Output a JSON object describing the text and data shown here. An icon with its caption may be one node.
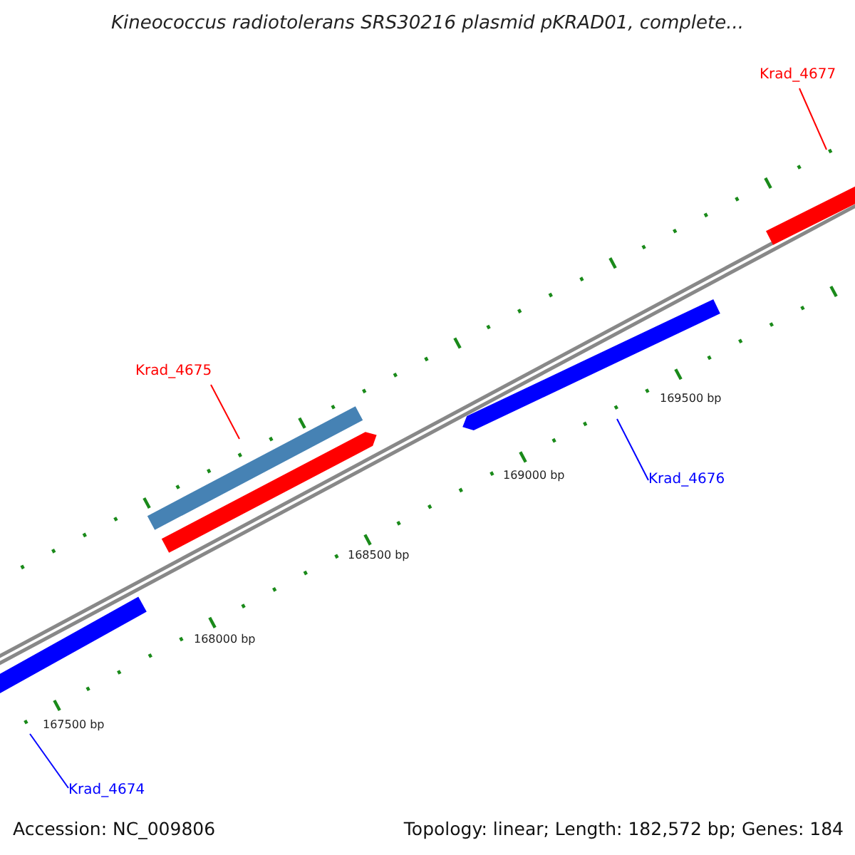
{
  "diagram": {
    "title": "Kineococcus radiotolerans SRS30216 plasmid pKRAD01, complete...",
    "nodes": [
      {
        "text": [
          "Krad_4677"
        ]
      },
      {
        "text": [],
        "shape": "bar"
      },
      {
        "text": [
          "Krad_4675"
        ]
      },
      {
        "text": [],
        "shape": "bar"
      },
      {
        "text": [],
        "shape": "bar"
      },
      {
        "text": [],
        "shape": "bar"
      },
      {
        "text": [
          "Krad_4676"
        ]
      },
      {
        "text": [],
        "shape": "bar"
      },
      {
        "text": [
          "Krad_4674"
        ]
      }
    ],
    "edges": [
      {
        "from": 0,
        "to": 1,
        "arrow": "none",
        "color": "#ff0000"
      },
      {
        "from": 2,
        "to": 3,
        "arrow": "none",
        "color": "#ff0000"
      },
      {
        "from": 6,
        "to": 5,
        "arrow": "none",
        "color": "#0000ff"
      },
      {
        "from": 8,
        "to": 7,
        "arrow": "none",
        "color": "#0000ff"
      }
    ],
    "labels": [
      "169500 bp",
      "169000 bp",
      "168500 bp",
      "168000 bp",
      "167500 bp",
      "Accession: NC_009806",
      "Topology: linear; Length: 182,572 bp; Genes: 184"
    ]
  }
}
